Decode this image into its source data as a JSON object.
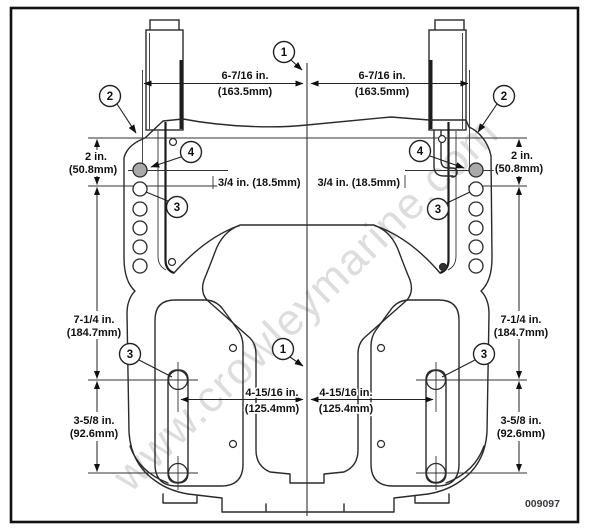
{
  "watermark": "www.crowleymarine.com",
  "part_number": "009097",
  "callouts": {
    "centerline": "1",
    "flange": "2",
    "mount_hole": "3",
    "upper_hole": "4"
  },
  "dimensions": {
    "top_left_in": "6-7/16 in.",
    "top_left_mm": "(163.5mm)",
    "top_right_in": "6-7/16 in.",
    "top_right_mm": "(163.5mm)",
    "left_2_in": "2 in.",
    "left_2_mm": "(50.8mm)",
    "right_2_in": "2 in.",
    "right_2_mm": "(50.8mm)",
    "left_34": "3/4 in. (18.5mm)",
    "right_34": "3/4 in. (18.5mm)",
    "left_714_in": "7-1/4 in.",
    "left_714_mm": "(184.7mm)",
    "right_714_in": "7-1/4 in.",
    "right_714_mm": "(184.7mm)",
    "left_41516_in": "4-15/16 in.",
    "left_41516_mm": "(125.4mm)",
    "right_41516_in": "4-15/16 in.",
    "right_41516_mm": "(125.4mm)",
    "left_358_in": "3-5/8 in.",
    "left_358_mm": "(92.6mm)",
    "right_358_in": "3-5/8 in.",
    "right_358_mm": "(92.6mm)"
  }
}
